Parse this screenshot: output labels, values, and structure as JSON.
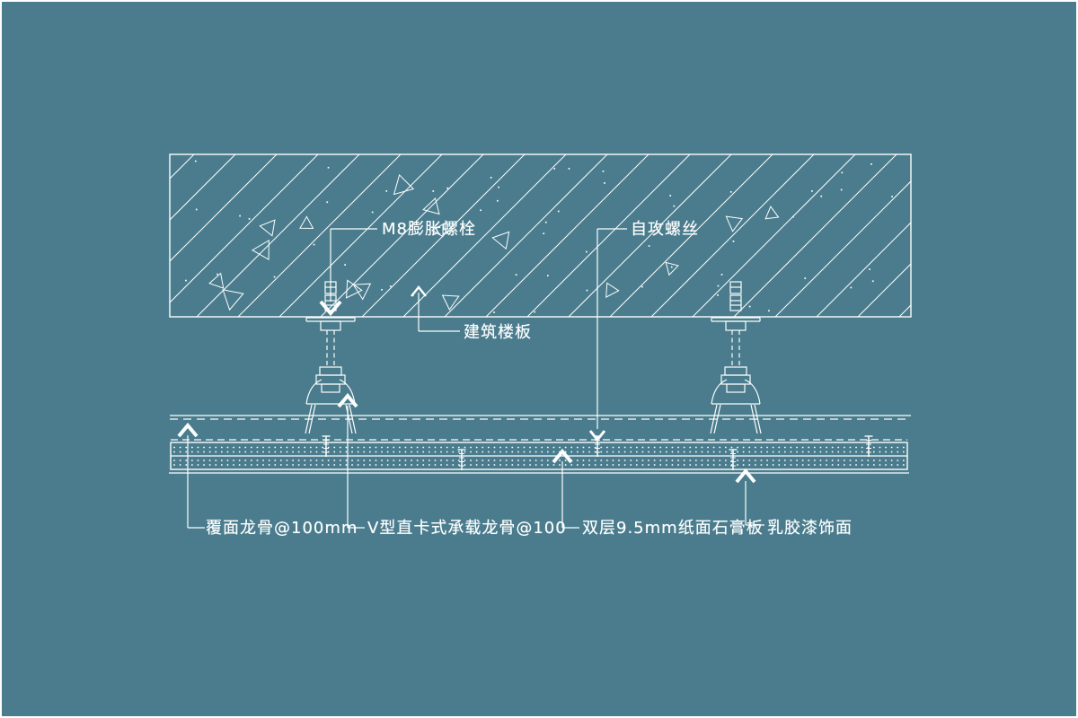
{
  "drawing": {
    "type": "ceiling-suspension-construction-detail",
    "colors": {
      "background": "#4a7c8d",
      "line": "#fcfefe",
      "border": "#ffffff"
    },
    "labels": {
      "expansion_bolt": "M8膨胀螺栓",
      "self_tapping_screw": "自攻螺丝",
      "floor_slab": "建筑楼板",
      "covering_keel": "覆面龙骨@100mm",
      "load_bearing_keel": "V型直卡式承载龙骨@100",
      "gypsum_board": "双层9.5mm纸面石膏板",
      "paint_finish": "乳胶漆饰面"
    }
  }
}
